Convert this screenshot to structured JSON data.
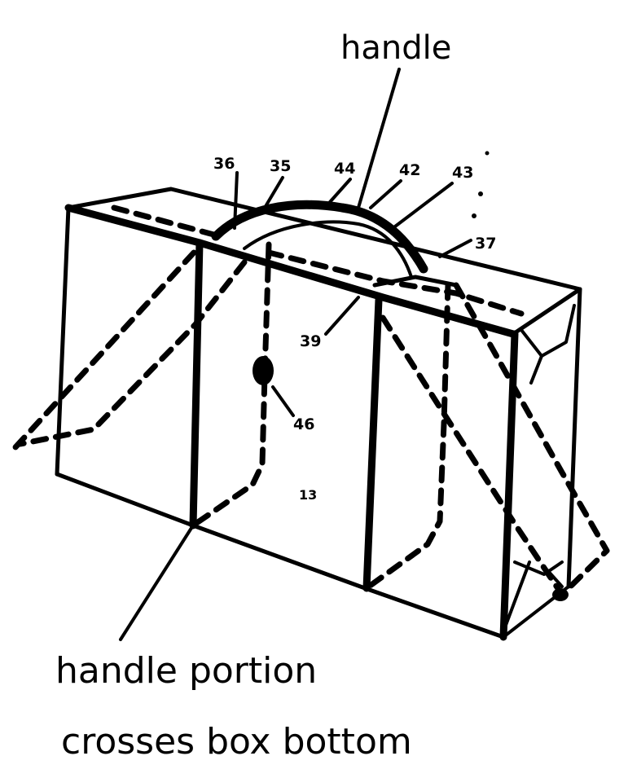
{
  "figure": {
    "type": "patent-drawing",
    "subject": "box with carrying handle",
    "labels": {
      "handle_top": "handle",
      "caption_line1": "handle portion",
      "caption_line2": "crosses box bottom"
    },
    "reference_numerals": {
      "r36": "36",
      "r35": "35",
      "r44": "44",
      "r42": "42",
      "r43": "43",
      "r37": "37",
      "r39": "39",
      "r46": "46",
      "r13": "13"
    },
    "colors": {
      "ink": "#000000",
      "paper": "#ffffff"
    }
  }
}
